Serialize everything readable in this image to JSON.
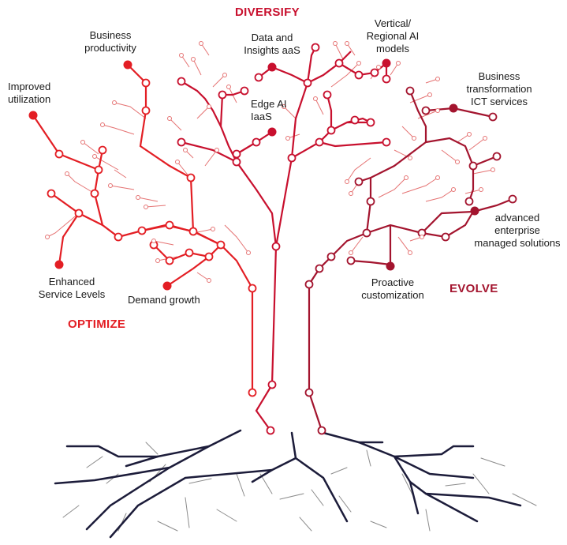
{
  "colors": {
    "optimize": "#e31e24",
    "diversify": "#c8102e",
    "evolve": "#a3142e",
    "roots": "#1c1c3a",
    "root_twigs": "#8a8a8a",
    "twigs_light": "#e87a7a"
  },
  "sections": {
    "diversify": "DIVERSIFY",
    "optimize": "OPTIMIZE",
    "evolve": "EVOLVE"
  },
  "labels": {
    "business_productivity": "Business\nproductivity",
    "improved_utilization": "Improved\nutilization",
    "data_insights": "Data and\nInsights aaS",
    "vertical_ai": "Vertical/\nRegional AI\nmodels",
    "edge_ai": "Edge AI\nIaaS",
    "business_transformation": "Business\ntransformation\nICT services",
    "advanced_enterprise": "advanced\nenterprise\nmanaged solutions",
    "enhanced_service": "Enhanced\nService Levels",
    "demand_growth": "Demand growth",
    "proactive_customization": "Proactive\ncustomization"
  }
}
